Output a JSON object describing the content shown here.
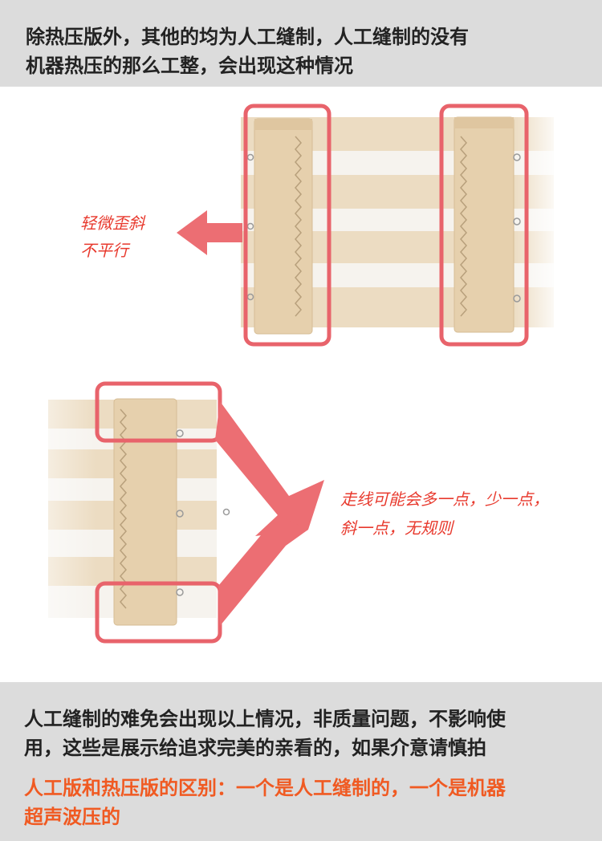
{
  "top_note": {
    "line1": "除热压版外，其他的均为人工缝制，人工缝制的没有",
    "line2": "机器热压的那么工整，会出现这种情况"
  },
  "callout_1": {
    "line1": "轻微歪斜",
    "line2": "不平行"
  },
  "callout_2": {
    "line1": "走线可能会多一点，少一点，",
    "line2": "斜一点，无规则"
  },
  "bottom_note": {
    "line1": "人工缝制的难免会出现以上情况，非质量问题，不影响使",
    "line2": "用，这些是展示给追求完美的亲看的，如果介意请慎拍",
    "highlight_line1": "人工版和热压版的区别：一个是人工缝制的，一个是机器",
    "highlight_line2": "超声波压的"
  },
  "colors": {
    "banner_bg": "#dcdcdc",
    "highlight_orange": "#f05a22",
    "callout_red": "#e8392d",
    "frame_pink": "#e8636b",
    "fabric_beige": "#e9d8bc"
  }
}
